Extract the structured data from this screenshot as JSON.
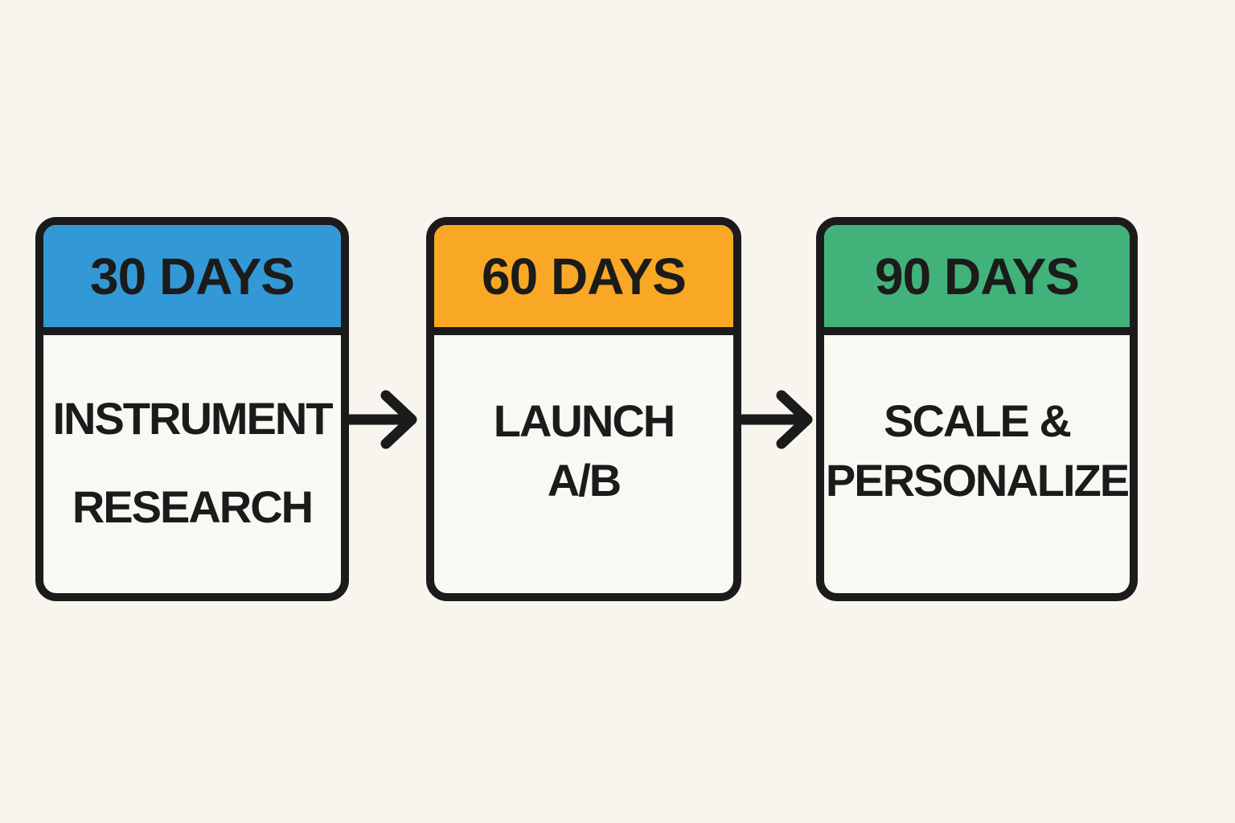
{
  "page": {
    "background_color": "#f8f5ef",
    "ink_color": "#1b1b1b",
    "card_background_color": "#faf8f3"
  },
  "diagram": {
    "type": "roadmap-flow",
    "cards": [
      {
        "header": "30 DAYS",
        "header_color": "#3399d6",
        "body_lines": [
          "INSTRUMENT",
          "RESEARCH"
        ]
      },
      {
        "header": "60 DAYS",
        "header_color": "#f9a825",
        "body_lines": [
          "LAUNCH",
          "A/B"
        ]
      },
      {
        "header": "90 DAYS",
        "header_color": "#41b279",
        "body_lines": [
          "SCALE &",
          "PERSONALIZE"
        ]
      }
    ],
    "arrows": [
      {
        "name": "arrow-30-to-60",
        "direction": "right"
      },
      {
        "name": "arrow-60-to-90",
        "direction": "right"
      }
    ]
  }
}
